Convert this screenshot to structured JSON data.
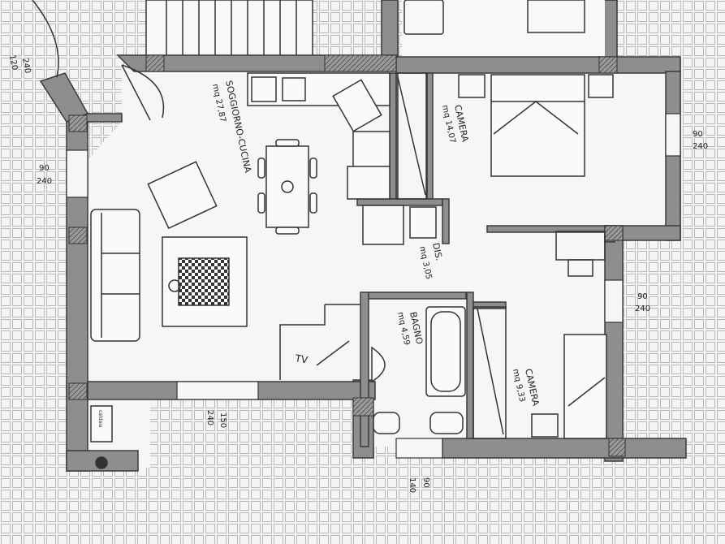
{
  "rooms": {
    "living": {
      "name": "SOGGIORNO-CUCINA",
      "area": "mq 27,87"
    },
    "bedroom1": {
      "name": "CAMERA",
      "area": "mq 14,07"
    },
    "hall": {
      "name": "DIS.",
      "area": "mq 3,05"
    },
    "bath": {
      "name": "BAGNO",
      "area": "mq 4,59"
    },
    "bedroom2": {
      "name": "CAMERA",
      "area": "mq 9,33"
    }
  },
  "windows": {
    "w_left": {
      "width": "90",
      "height": "240"
    },
    "w_right_top": {
      "width": "90",
      "height": "240"
    },
    "w_right_mid": {
      "width": "90",
      "height": "240"
    },
    "w_bottom_living": {
      "width": "150",
      "height": "240"
    },
    "w_bottom_bath": {
      "width": "90",
      "height": "140"
    },
    "door_top_left": {
      "width": "120",
      "height": "240"
    }
  },
  "misc": {
    "tv_label": "TV",
    "cabinet_label": "caldaia"
  },
  "colors": {
    "wall": "#8e8e8e",
    "wall_edge": "#3a3a3a",
    "floor": "#f4f4f4",
    "grid": "#b8b8b8",
    "ink": "#222222"
  }
}
